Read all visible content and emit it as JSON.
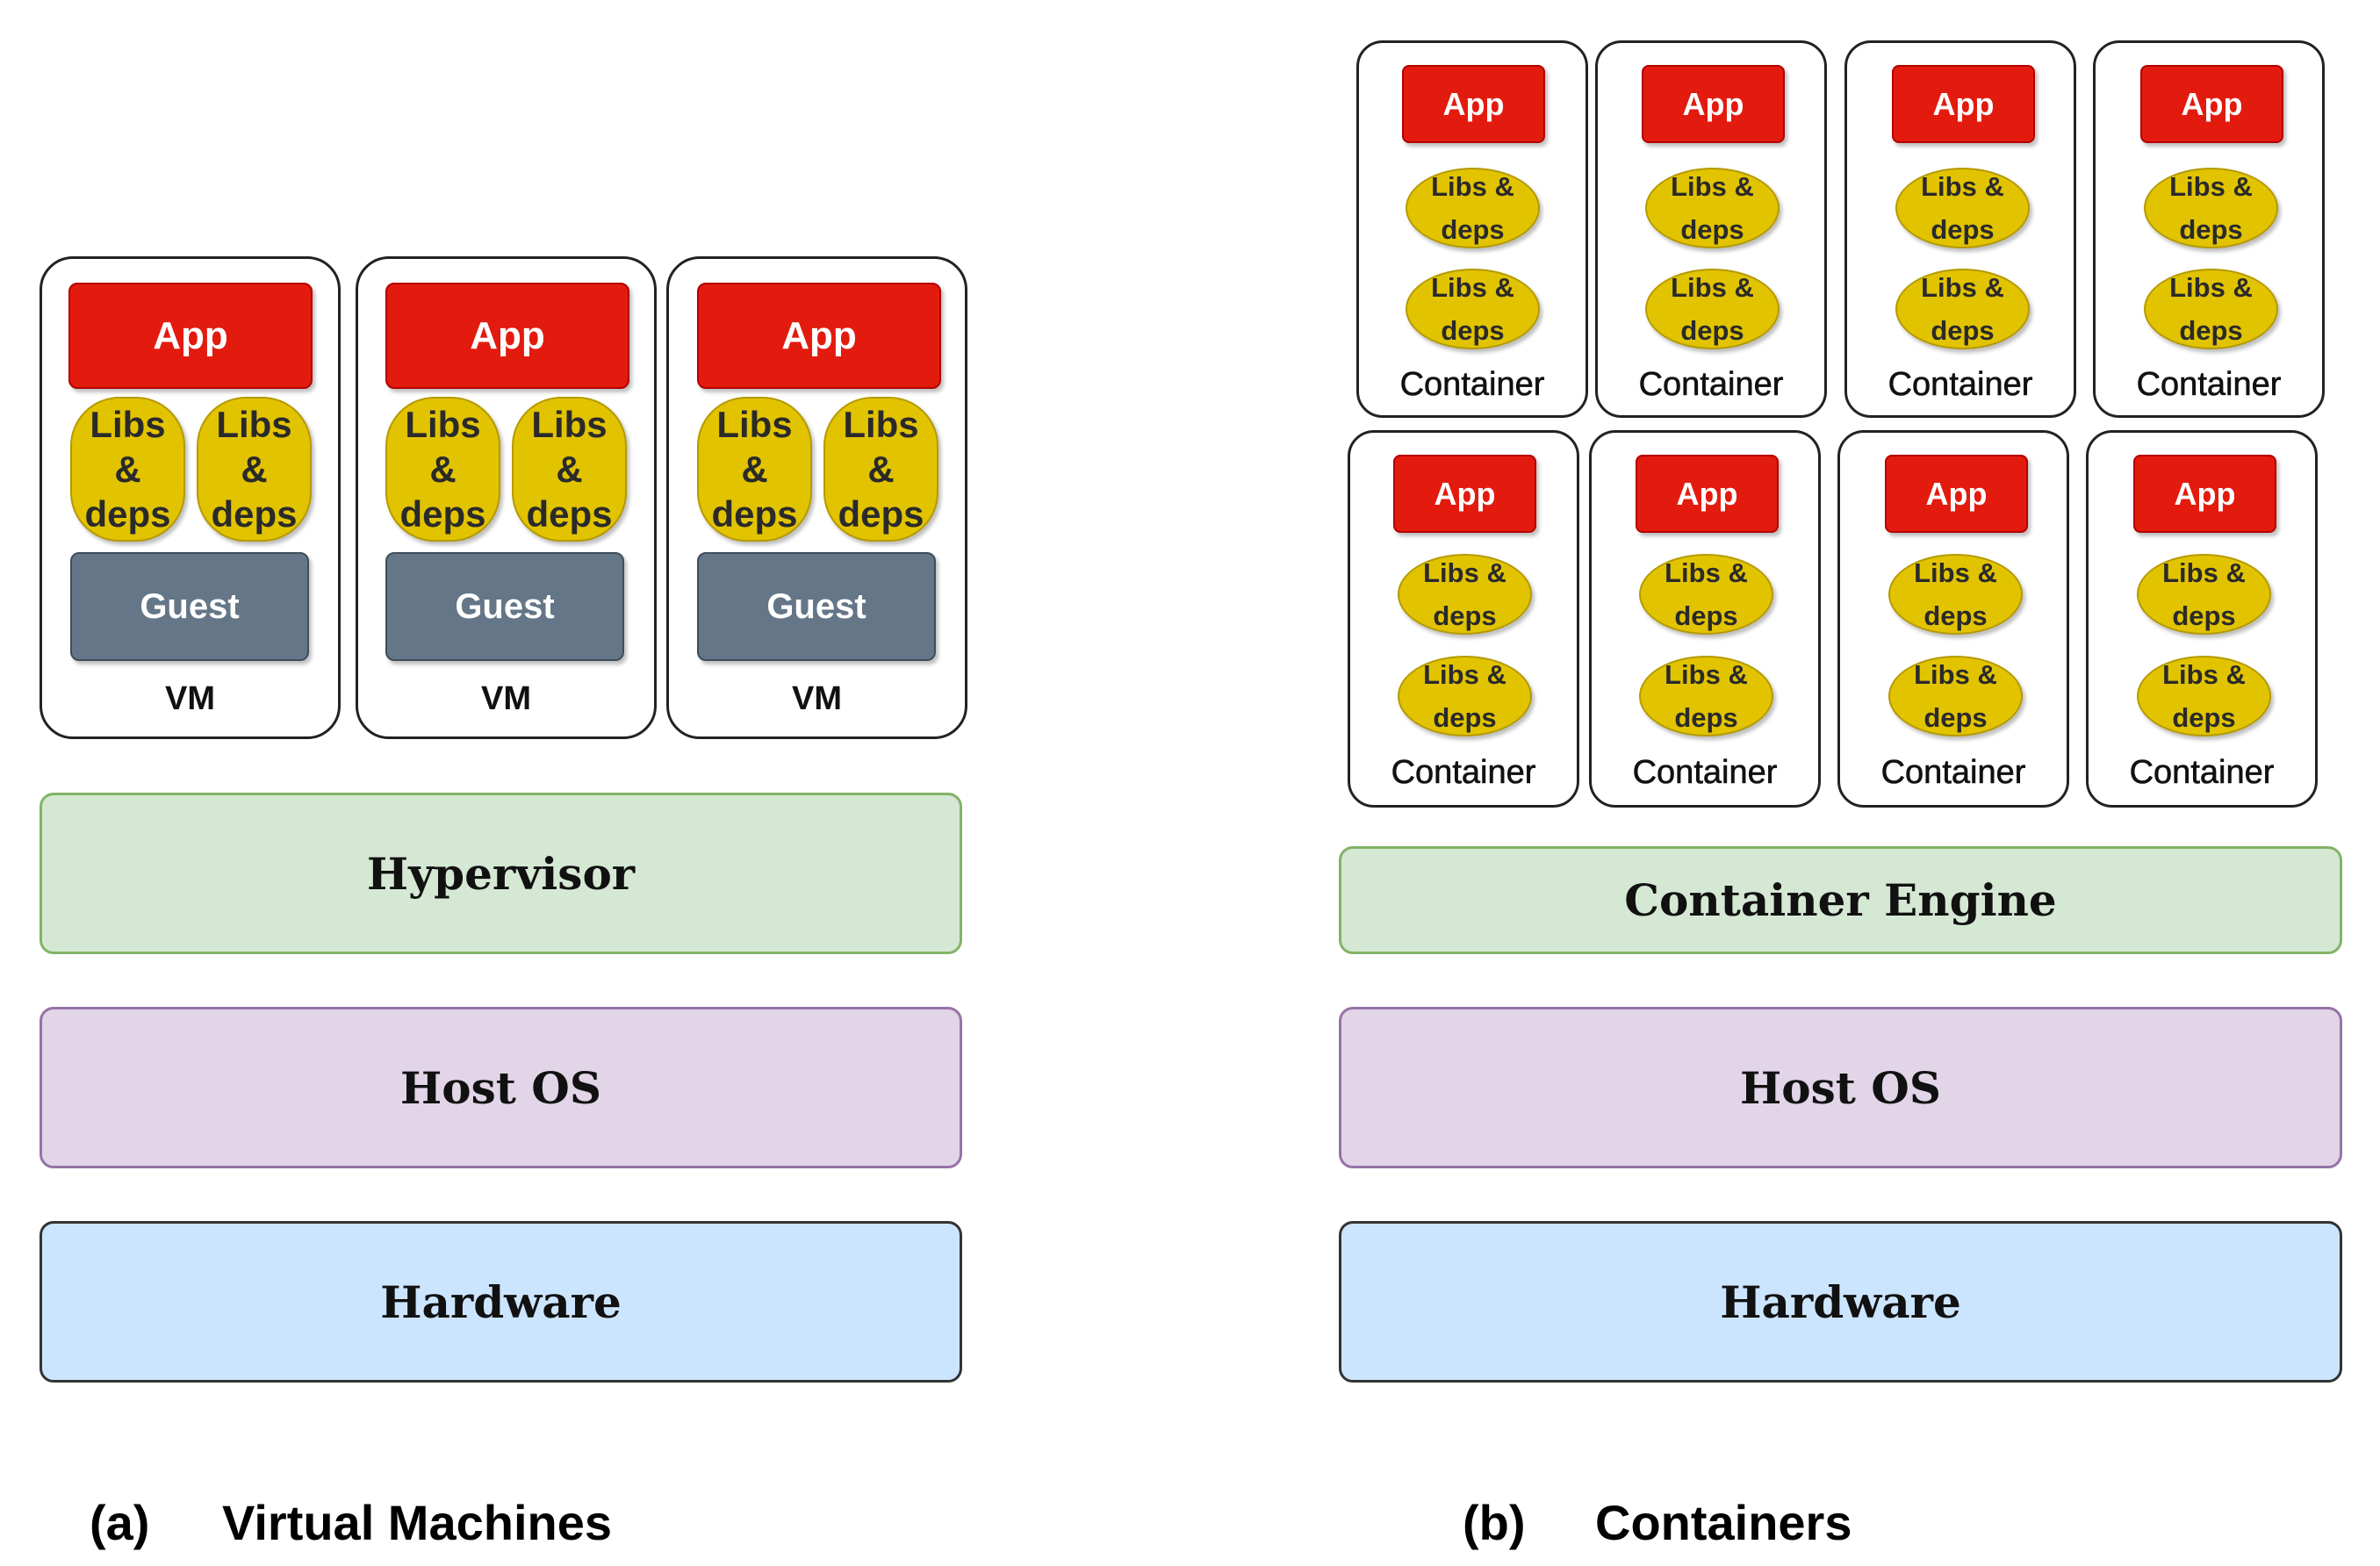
{
  "vm_side": {
    "vms": [
      {
        "app": "App",
        "libs": [
          "Libs\n&\ndeps",
          "Libs\n&\ndeps"
        ],
        "guest": "Guest",
        "label": "VM"
      },
      {
        "app": "App",
        "libs": [
          "Libs\n&\ndeps",
          "Libs\n&\ndeps"
        ],
        "guest": "Guest",
        "label": "VM"
      },
      {
        "app": "App",
        "libs": [
          "Libs\n&\ndeps",
          "Libs\n&\ndeps"
        ],
        "guest": "Guest",
        "label": "VM"
      }
    ],
    "layers": {
      "hypervisor": "Hypervisor",
      "host_os": "Host OS",
      "hardware": "Hardware"
    },
    "caption_letter": "(a)",
    "caption_text": "Virtual Machines"
  },
  "container_side": {
    "containers": [
      {
        "app": "App",
        "libs": [
          "Libs &\ndeps",
          "Libs &\ndeps"
        ],
        "label": "Container"
      },
      {
        "app": "App",
        "libs": [
          "Libs &\ndeps",
          "Libs &\ndeps"
        ],
        "label": "Container"
      },
      {
        "app": "App",
        "libs": [
          "Libs &\ndeps",
          "Libs &\ndeps"
        ],
        "label": "Container"
      },
      {
        "app": "App",
        "libs": [
          "Libs &\ndeps",
          "Libs &\ndeps"
        ],
        "label": "Container"
      },
      {
        "app": "App",
        "libs": [
          "Libs &\ndeps",
          "Libs &\ndeps"
        ],
        "label": "Container"
      },
      {
        "app": "App",
        "libs": [
          "Libs &\ndeps",
          "Libs &\ndeps"
        ],
        "label": "Container"
      },
      {
        "app": "App",
        "libs": [
          "Libs &\ndeps",
          "Libs &\ndeps"
        ],
        "label": "Container"
      },
      {
        "app": "App",
        "libs": [
          "Libs &\ndeps",
          "Libs &\ndeps"
        ],
        "label": "Container"
      }
    ],
    "layers": {
      "engine": "Container Engine",
      "host_os": "Host OS",
      "hardware": "Hardware"
    },
    "caption_letter": "(b)",
    "caption_text": "Containers"
  },
  "colors": {
    "app": "#e31b0e",
    "libs": "#e2c300",
    "guest": "#647687",
    "hypervisor": "#d5e8d4",
    "host_os": "#e1d5e7",
    "hardware": "#cce5ff"
  }
}
